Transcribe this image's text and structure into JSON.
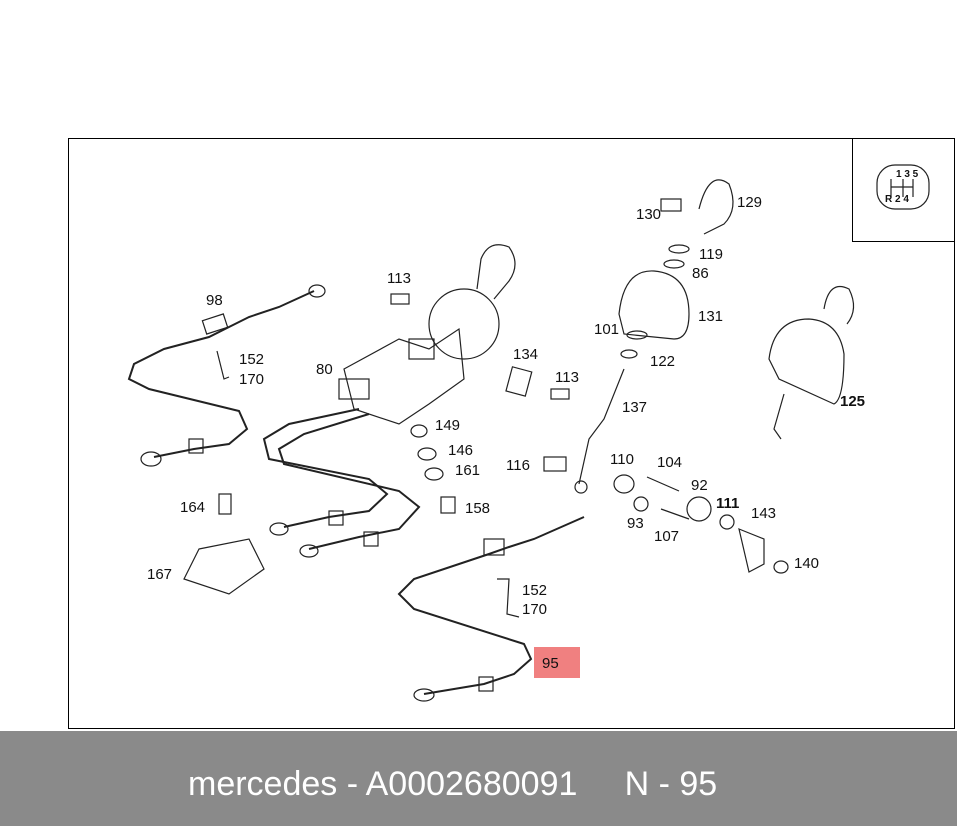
{
  "footer": {
    "text": "mercedes - A0002680091     N - 95"
  },
  "highlight": {
    "label": "95",
    "color": "#f08080"
  },
  "shift_pattern": {
    "top": "1 3 5",
    "bottom": "R 2 4"
  },
  "labels": [
    {
      "id": "98",
      "text": "98"
    },
    {
      "id": "152a",
      "text": "152"
    },
    {
      "id": "170a",
      "text": "170"
    },
    {
      "id": "80",
      "text": "80"
    },
    {
      "id": "113a",
      "text": "113"
    },
    {
      "id": "149",
      "text": "149"
    },
    {
      "id": "146",
      "text": "146"
    },
    {
      "id": "161",
      "text": "161"
    },
    {
      "id": "158",
      "text": "158"
    },
    {
      "id": "164",
      "text": "164"
    },
    {
      "id": "167",
      "text": "167"
    },
    {
      "id": "134",
      "text": "134"
    },
    {
      "id": "113b",
      "text": "113"
    },
    {
      "id": "116",
      "text": "116"
    },
    {
      "id": "101",
      "text": "101"
    },
    {
      "id": "122",
      "text": "122"
    },
    {
      "id": "137",
      "text": "137"
    },
    {
      "id": "110",
      "text": "110"
    },
    {
      "id": "104",
      "text": "104"
    },
    {
      "id": "92",
      "text": "92"
    },
    {
      "id": "93",
      "text": "93"
    },
    {
      "id": "107",
      "text": "107"
    },
    {
      "id": "111",
      "text": "111"
    },
    {
      "id": "143",
      "text": "143"
    },
    {
      "id": "140",
      "text": "140"
    },
    {
      "id": "130",
      "text": "130"
    },
    {
      "id": "129",
      "text": "129"
    },
    {
      "id": "119",
      "text": "119"
    },
    {
      "id": "86",
      "text": "86"
    },
    {
      "id": "131",
      "text": "131"
    },
    {
      "id": "125",
      "text": "125"
    },
    {
      "id": "152b",
      "text": "152"
    },
    {
      "id": "170b",
      "text": "170"
    }
  ]
}
